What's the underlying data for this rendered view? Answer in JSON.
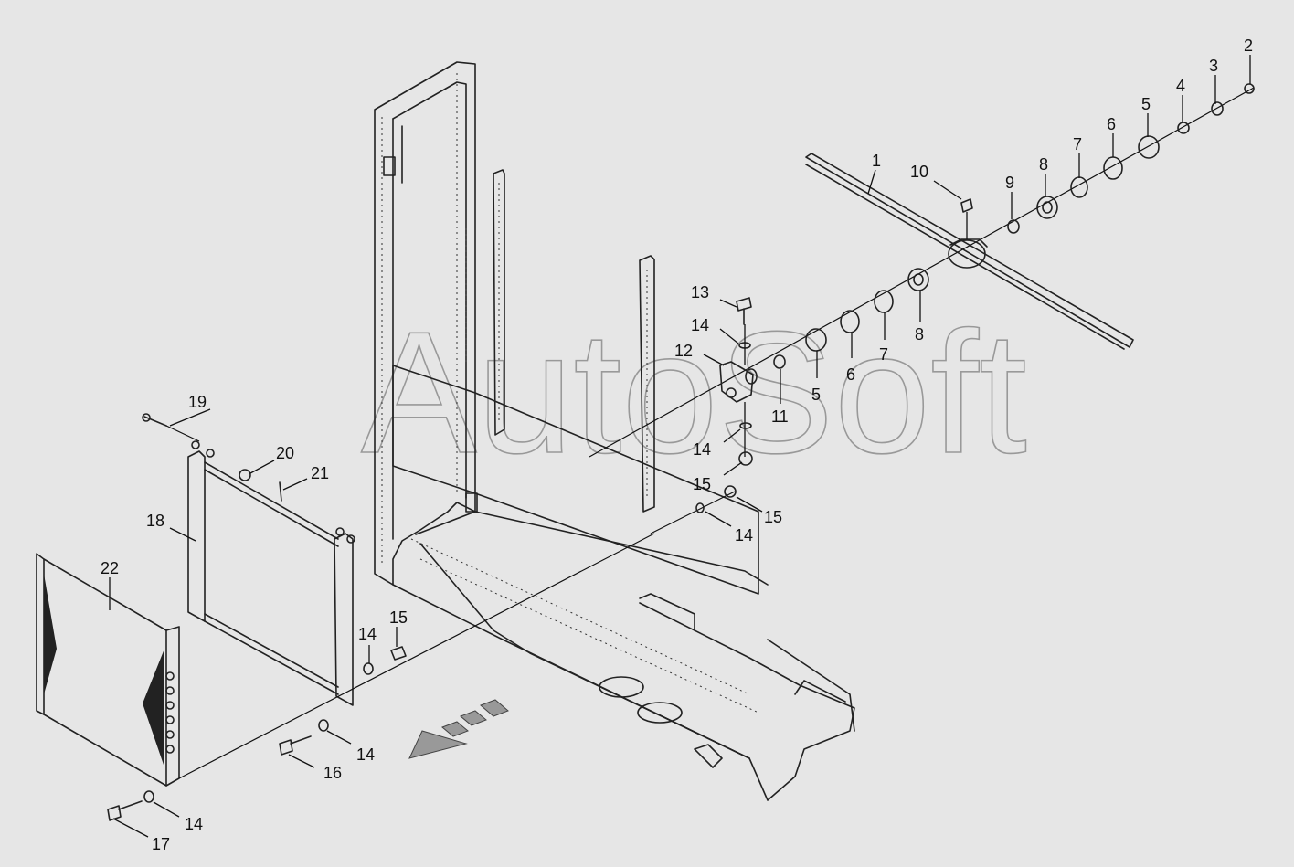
{
  "watermark": "AutoSoft",
  "colors": {
    "background": "#e6e6e6",
    "line": "#222222",
    "watermark": "#999999"
  },
  "callouts": [
    {
      "id": "c1",
      "text": "1"
    },
    {
      "id": "c2",
      "text": "2"
    },
    {
      "id": "c3",
      "text": "3"
    },
    {
      "id": "c4",
      "text": "4"
    },
    {
      "id": "c5a",
      "text": "5"
    },
    {
      "id": "c6a",
      "text": "6"
    },
    {
      "id": "c7a",
      "text": "7"
    },
    {
      "id": "c8a",
      "text": "8"
    },
    {
      "id": "c9",
      "text": "9"
    },
    {
      "id": "c10",
      "text": "10"
    },
    {
      "id": "c8b",
      "text": "8"
    },
    {
      "id": "c7b",
      "text": "7"
    },
    {
      "id": "c6b",
      "text": "6"
    },
    {
      "id": "c5b",
      "text": "5"
    },
    {
      "id": "c11",
      "text": "11"
    },
    {
      "id": "c12",
      "text": "12"
    },
    {
      "id": "c13",
      "text": "13"
    },
    {
      "id": "c14a",
      "text": "14"
    },
    {
      "id": "c14b",
      "text": "14"
    },
    {
      "id": "c15a",
      "text": "15"
    },
    {
      "id": "c15b",
      "text": "15"
    },
    {
      "id": "c14c",
      "text": "14"
    },
    {
      "id": "c19",
      "text": "19"
    },
    {
      "id": "c20",
      "text": "20"
    },
    {
      "id": "c21",
      "text": "21"
    },
    {
      "id": "c18",
      "text": "18"
    },
    {
      "id": "c22",
      "text": "22"
    },
    {
      "id": "c14d",
      "text": "14"
    },
    {
      "id": "c15c",
      "text": "15"
    },
    {
      "id": "c14e",
      "text": "14"
    },
    {
      "id": "c16",
      "text": "16"
    },
    {
      "id": "c14f",
      "text": "14"
    },
    {
      "id": "c17",
      "text": "17"
    }
  ]
}
